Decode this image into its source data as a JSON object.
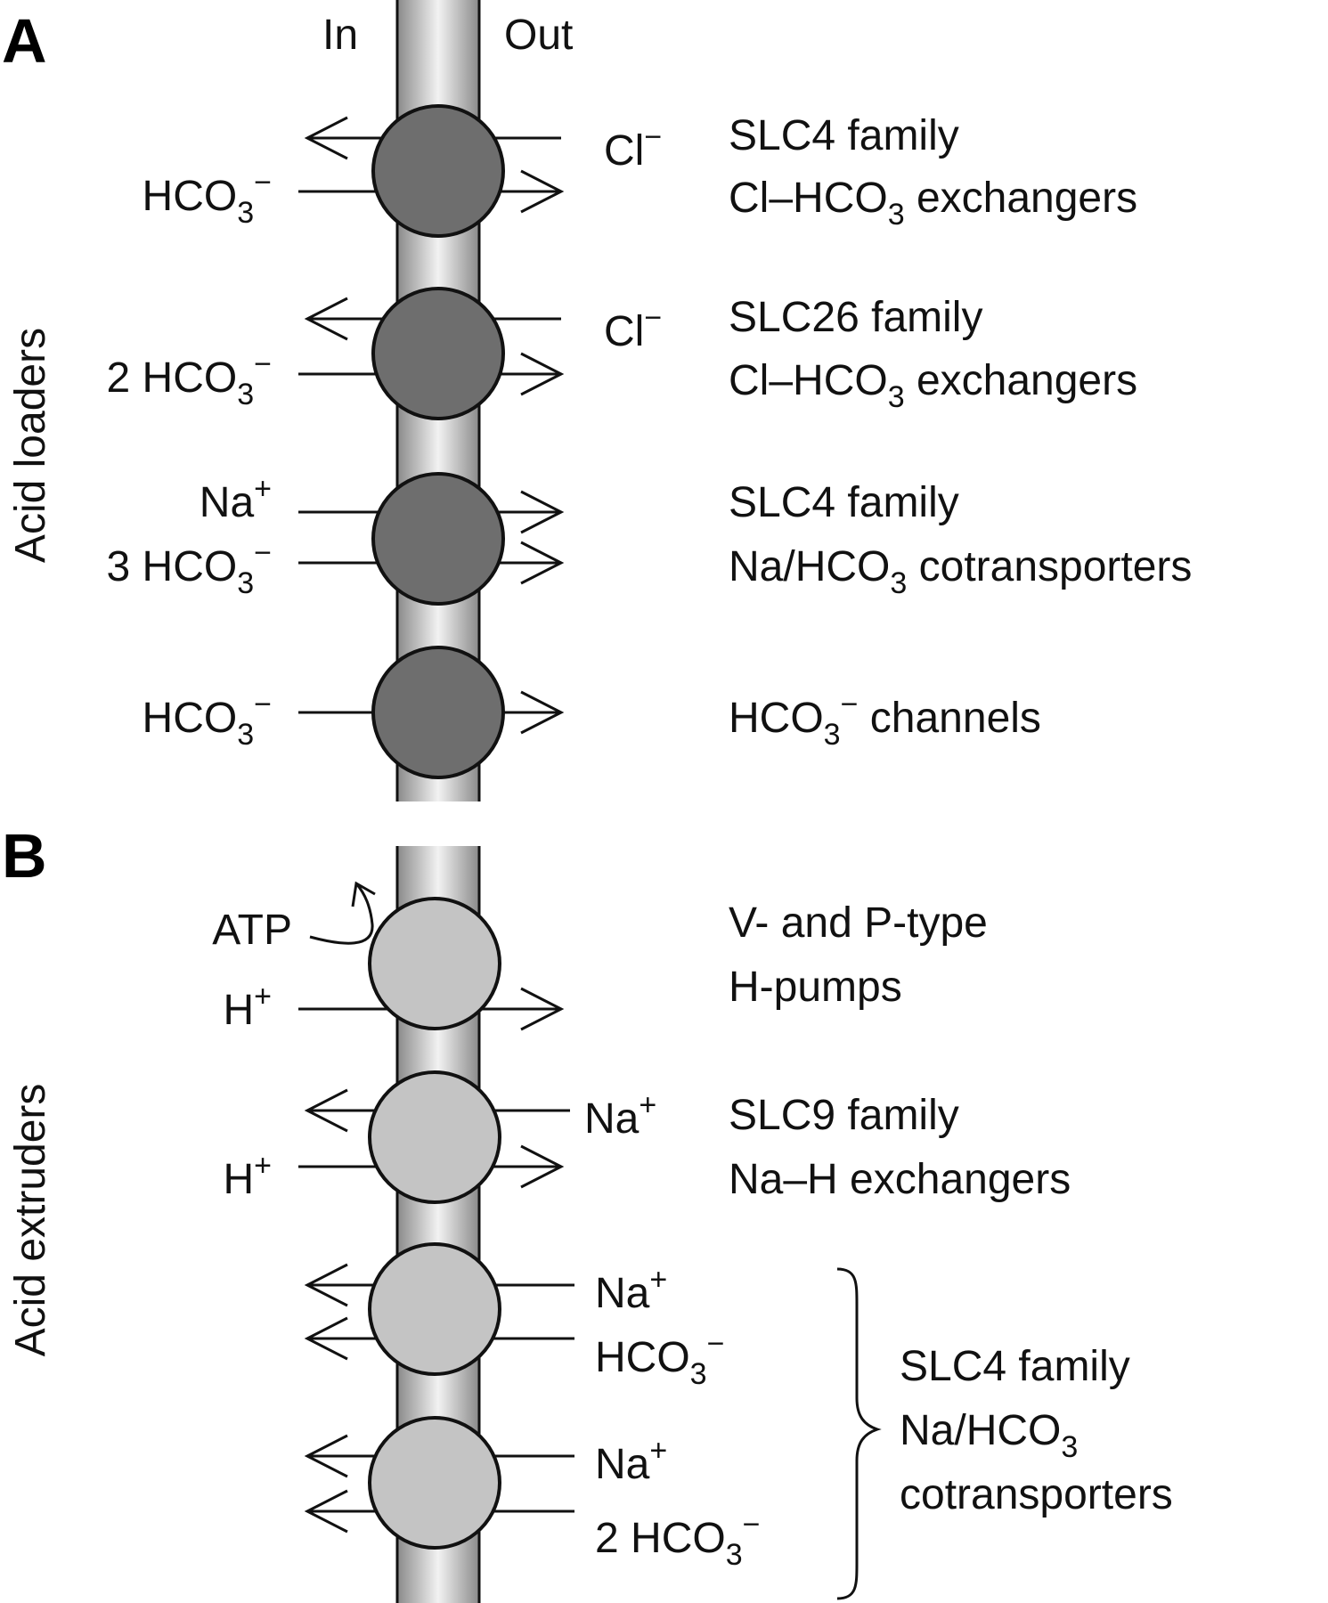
{
  "panels": {
    "a": "A",
    "b": "B"
  },
  "sides": {
    "in": "In",
    "out": "Out"
  },
  "groups": {
    "loaders": "Acid loaders",
    "extruders": "Acid extruders"
  },
  "colors": {
    "loader": "#6e6e6e",
    "extruder": "#c4c4c4",
    "membrane_edge": "#8a8a8a",
    "membrane_mid": "#efefef"
  },
  "rows": {
    "l1": {
      "left_ion": "HCO",
      "left_sub": "3",
      "left_sup": "−",
      "right_ion": "Cl",
      "right_sup": "−",
      "desc1": "SLC4 family",
      "desc2_pre": "Cl–HCO",
      "desc2_sub": "3",
      "desc2_post": " exchangers"
    },
    "l2": {
      "left_ion": "2 HCO",
      "left_sub": "3",
      "left_sup": "−",
      "right_ion": "Cl",
      "right_sup": "−",
      "desc1": "SLC26 family",
      "desc2_pre": "Cl–HCO",
      "desc2_sub": "3",
      "desc2_post": " exchangers"
    },
    "l3": {
      "left_ion1": "Na",
      "left_sup1": "+",
      "left_ion2": "3 HCO",
      "left_sub2": "3",
      "left_sup2": "−",
      "desc1": "SLC4 family",
      "desc2_pre": "Na/HCO",
      "desc2_sub": "3",
      "desc2_post": " cotransporters"
    },
    "l4": {
      "left_ion": "HCO",
      "left_sub": "3",
      "left_sup": "−",
      "desc_pre": "HCO",
      "desc_sub": "3",
      "desc_sup": "−",
      "desc_post": " channels"
    },
    "e1": {
      "atp": "ATP",
      "left_ion": "H",
      "left_sup": "+",
      "desc1": "V- and P-type",
      "desc2": "H-pumps"
    },
    "e2": {
      "left_ion": "H",
      "left_sup": "+",
      "right_ion": "Na",
      "right_sup": "+",
      "desc1": "SLC9 family",
      "desc2": "Na–H exchangers"
    },
    "e3": {
      "right_ion1": "Na",
      "right_sup1": "+",
      "right_ion2": "HCO",
      "right_sub2": "3",
      "right_sup2": "−"
    },
    "e4": {
      "right_ion1": "Na",
      "right_sup1": "+",
      "right_ion2": "2 HCO",
      "right_sub2": "3",
      "right_sup2": "−"
    },
    "e34_desc": {
      "desc1": "SLC4 family",
      "desc2_pre": "Na/HCO",
      "desc2_sub": "3",
      "desc3": "cotransporters"
    }
  }
}
